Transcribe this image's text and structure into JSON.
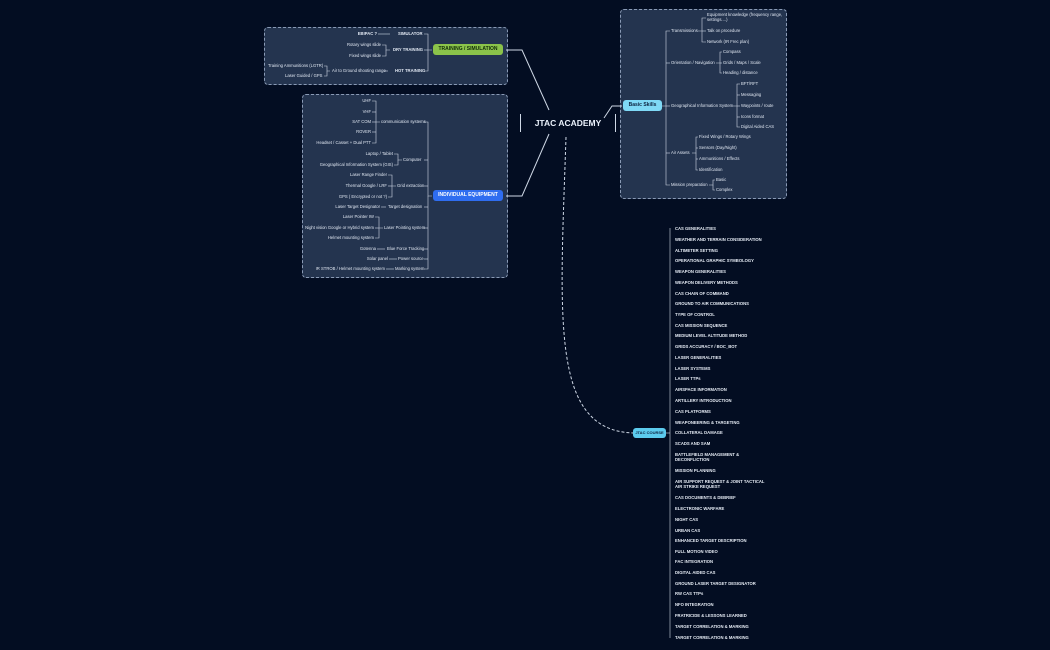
{
  "root": {
    "title": "JTAC ACADEMY"
  },
  "training": {
    "title": "TRAINING / SIMULATION",
    "groups": [
      {
        "label": "SIMULATOR",
        "items": [
          "EBIPAC ?"
        ]
      },
      {
        "label": "DRY TRAINING",
        "items": [
          "Rotary wings slide",
          "Fixed wings slide"
        ]
      },
      {
        "label": "HOT TRAINING",
        "items": [
          "Air to Ground shooting range"
        ]
      }
    ],
    "subitems": [
      "Training Ammunitions (LGTR)",
      "Laser Guided / GPS"
    ]
  },
  "equipment": {
    "title": "INDIVIDUAL EQUIPMENT",
    "groups": [
      {
        "label": "communication systems",
        "items": [
          "UHF",
          "VHF",
          "SAT COM",
          "ROVER",
          "Headset / Casset + Dual PTT"
        ]
      },
      {
        "label": "Computer",
        "items": [
          "Laptop / Tablet",
          "Geographical Information System (GIS)"
        ]
      },
      {
        "label": "Grid extraction",
        "items": [
          "Laser Range Finder",
          "Thermal Google / LRF",
          "GPS ( Encrypted or not ?)"
        ]
      },
      {
        "label": "Target designation",
        "items": [
          "Laser Target Designator"
        ]
      },
      {
        "label": "Laser Pointing system",
        "items": [
          "Laser Pointer IW",
          "Night vision Google or Hybrid system",
          "Helmet mounting system"
        ]
      },
      {
        "label": "Blue Force Tracking",
        "items": [
          "Gotenna"
        ]
      },
      {
        "label": "Power source",
        "items": [
          "Solar panel"
        ]
      },
      {
        "label": "Marking system",
        "items": [
          "IR STROB / Helmet mounting system"
        ]
      }
    ]
  },
  "basic": {
    "title": "Basic Skills",
    "groups": [
      {
        "label": "Transmissions",
        "items": [
          "Equipment knowledge (frequency range, settings....)",
          "Talk on procedure",
          "Network (IR Frec plan)"
        ]
      },
      {
        "label": "Orientation / Navigation",
        "items": [
          "Compass",
          "Grids / Maps / Scale",
          "Heading / distance"
        ]
      },
      {
        "label": "Geographical Information System",
        "items": [
          "BFT/RFT",
          "Messaging",
          "Waypoints / route",
          "Icons format",
          "Digital Aided CAS"
        ]
      },
      {
        "label": "Air Assets",
        "items": [
          "Fixed Wings / Rotary Wings",
          "Sensors (Day/Night)",
          "Ammunitions / Effects",
          "Identification"
        ]
      },
      {
        "label": "Mission preparation",
        "items": [
          "Basic",
          "Complex"
        ]
      }
    ]
  },
  "course": {
    "title": "JTAC COURSE",
    "items": [
      "CAS GENERALITIES",
      "WEATHER AND TERRAIN CONSIDERATION",
      "ALTIMETER SETTING",
      "OPERATIONAL GRAPHIC SYMBOLOGY",
      "WEAPON GENERALITIES",
      "WEAPON DELIVERY METHODS",
      "CAS CHAIN OF COMMAND",
      "GROUND TO AIR COMMUNICATIONS",
      "TYPE OF CONTROL",
      "CAS MISSION SEQUENCE",
      "MEDIUM LEVEL ALTITUDE METHOD",
      "GRIDS ACCURACY / BOC_BOT",
      "LASER GENERALITIES",
      "LASER SYSTEMS",
      "LASER TTPs",
      "AIRSPACE INFORMATION",
      "ARTILLERY INTRODUCTION",
      "CAS PLATFORMS",
      "WEAPONEERING & TARGETING",
      "COLLATERAL DAMAGE",
      "SCADS AND SAM",
      "BATTLEFIELD MANAGEMENT & DECONFLICTION",
      "MISSION PLANNING",
      "AIR SUPPORT REQUEST & JOINT TACTICAL AIR STRIKE REQUEST",
      "CAS DOCUMENTS & DEBRIEF",
      "ELECTRONIC WARFARE",
      "NIGHT CAS",
      "URBAN CAS",
      "ENHANCED TARGET DESCRIPTION",
      "FULL MOTION VIDEO",
      "FAC INTEGRATION",
      "DIGITAL AIDED CAS",
      "GROUND LASER TARGET DESIGNATOR",
      "RW CAS TTPs",
      "NFO INTEGRATION",
      "FRATRICIDE & LESSONS LEARNED",
      "TARGET CORRELATION & MARKING",
      "TARGET CORRELATION & MARKING"
    ]
  },
  "colors": {
    "training": "#8bc34a",
    "equipment": "#2f6df0",
    "basic": "#7fd9f6",
    "course": "#5ccbee",
    "background": "#030d22"
  }
}
